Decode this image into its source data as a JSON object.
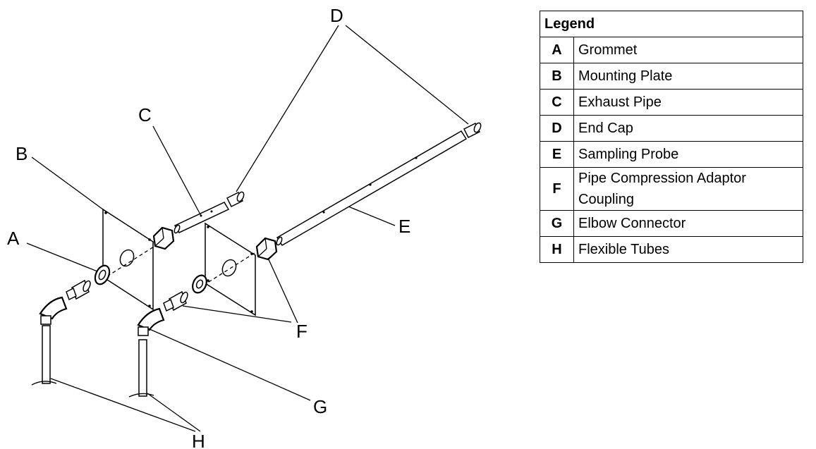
{
  "diagram": {
    "labels": {
      "A": "A",
      "B": "B",
      "C": "C",
      "D": "D",
      "E": "E",
      "F": "F",
      "G": "G",
      "H": "H"
    }
  },
  "legend": {
    "title": "Legend",
    "rows": [
      {
        "key": "A",
        "name": "Grommet"
      },
      {
        "key": "B",
        "name": "Mounting Plate"
      },
      {
        "key": "C",
        "name": "Exhaust Pipe"
      },
      {
        "key": "D",
        "name": "End Cap"
      },
      {
        "key": "E",
        "name": "Sampling Probe"
      },
      {
        "key": "F",
        "name": "Pipe Compression Adaptor Coupling"
      },
      {
        "key": "G",
        "name": "Elbow Connector"
      },
      {
        "key": "H",
        "name": "Flexible Tubes"
      }
    ]
  }
}
